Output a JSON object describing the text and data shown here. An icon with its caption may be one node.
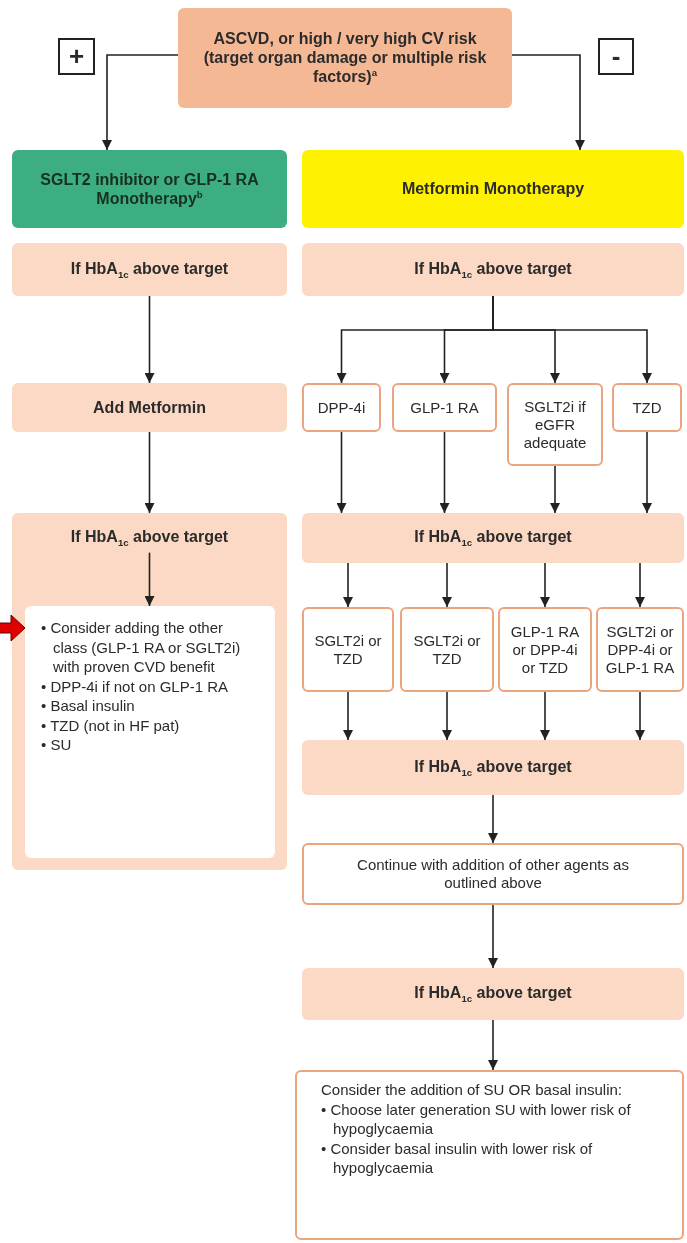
{
  "diagram": {
    "nodes": [
      {
        "text": [
          "ASCVD, or high / very high CV risk (target organ damage or multiple risk factors)$^{a}$"
        ]
      },
      {
        "text": [
          "+"
        ]
      },
      {
        "text": [
          "-"
        ]
      },
      {
        "text": [
          "SGLT2 inhibitor or GLP-1 RA Monotherapy$^{b}$"
        ]
      },
      {
        "text": [
          "Metformin Monotherapy"
        ]
      },
      {
        "text": [
          "If HbA$_{1c}$ above target"
        ]
      },
      {
        "text": [
          "If HbA$_{1c}$ above target"
        ]
      },
      {
        "text": [
          "Add Metformin"
        ]
      },
      {
        "text": [
          "DPP-4i"
        ]
      },
      {
        "text": [
          "GLP-1 RA"
        ]
      },
      {
        "text": [
          "SGLT2i if eGFR adequate"
        ]
      },
      {
        "text": [
          "TZD"
        ]
      },
      {
        "text": [
          "If HbA$_{1c}$ above target"
        ]
      },
      {
        "text": [
          "• Consider adding the other class (GLP-1 RA or SGLT2i) with proven CVD benefit",
          "• DPP-4i if not on GLP-1 RA",
          "• Basal insulin",
          "• TZD (not in HF pat)",
          "• SU"
        ],
        "in": 12
      },
      {
        "text": [
          "If HbA$_{1c}$ above target"
        ]
      },
      {
        "text": [
          "SGLT2i or TZD"
        ]
      },
      {
        "text": [
          "SGLT2i or TZD"
        ]
      },
      {
        "text": [
          "GLP-1 RA or DPP-4i or TZD"
        ]
      },
      {
        "text": [
          "SGLT2i or DPP-4i or GLP-1 RA"
        ]
      },
      {
        "text": [
          "If HbA$_{1c}$ above target"
        ]
      },
      {
        "text": [
          "Continue with addition of other agents as outlined above"
        ]
      },
      {
        "text": [
          "If HbA$_{1c}$ above target"
        ]
      },
      {
        "text": [
          "Consider the addition of SU OR basal insulin:",
          "• Choose later generation SU with lower risk of hypoglycaemia",
          "• Consider basal insulin with lower risk of hypoglycaemia"
        ]
      }
    ],
    "edges": [
      {
        "from": 0,
        "to": 3,
        "arrow": "to"
      },
      {
        "from": 0,
        "to": 4,
        "arrow": "to"
      },
      {
        "from": 5,
        "to": 7,
        "arrow": "to"
      },
      {
        "from": 7,
        "to": 12,
        "arrow": "to"
      },
      {
        "from": 12,
        "to": 13,
        "arrow": "to"
      },
      {
        "from": 6,
        "to": 8,
        "arrow": "to"
      },
      {
        "from": 6,
        "to": 9,
        "arrow": "to"
      },
      {
        "from": 6,
        "to": 10,
        "arrow": "to"
      },
      {
        "from": 6,
        "to": 11,
        "arrow": "to"
      },
      {
        "from": 8,
        "to": 14,
        "arrow": "to"
      },
      {
        "from": 9,
        "to": 14,
        "arrow": "to"
      },
      {
        "from": 10,
        "to": 14,
        "arrow": "to"
      },
      {
        "from": 11,
        "to": 14,
        "arrow": "to"
      },
      {
        "from": 14,
        "to": 15,
        "arrow": "to"
      },
      {
        "from": 14,
        "to": 16,
        "arrow": "to"
      },
      {
        "from": 14,
        "to": 17,
        "arrow": "to"
      },
      {
        "from": 14,
        "to": 18,
        "arrow": "to"
      },
      {
        "from": 15,
        "to": 19,
        "arrow": "to"
      },
      {
        "from": 16,
        "to": 19,
        "arrow": "to"
      },
      {
        "from": 17,
        "to": 19,
        "arrow": "to"
      },
      {
        "from": 18,
        "to": 19,
        "arrow": "to"
      },
      {
        "from": 19,
        "to": 20,
        "arrow": "to"
      },
      {
        "from": 20,
        "to": 21,
        "arrow": "to"
      },
      {
        "from": 21,
        "to": 22,
        "arrow": "to"
      },
      {
        "from": null,
        "to": 13,
        "arrow": "to",
        "style": "thick",
        "color": "#e00000"
      }
    ]
  }
}
